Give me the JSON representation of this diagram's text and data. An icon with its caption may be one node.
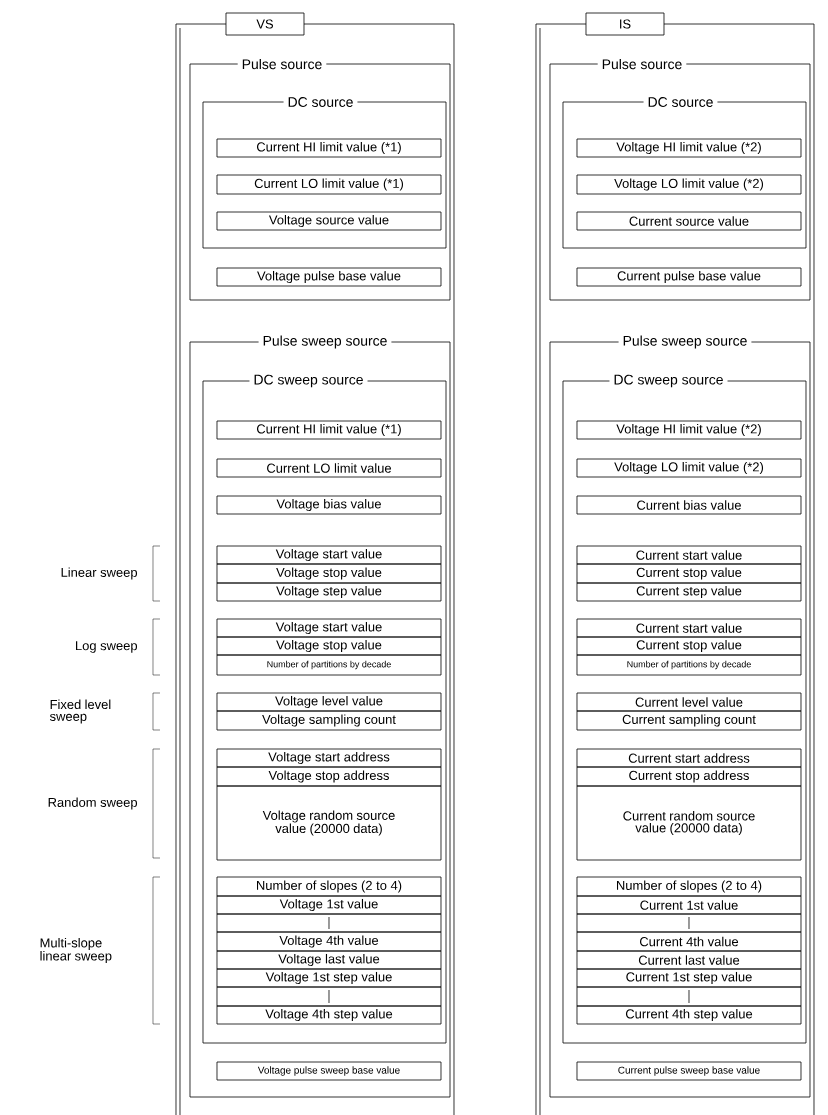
{
  "diagram": {
    "nodes": [
      {
        "text": [
          "VS"
        ]
      },
      {
        "text": [
          "Pulse source"
        ],
        "in": 0
      },
      {
        "text": [
          "DC source"
        ],
        "in": 1
      },
      {
        "text": [
          "Current HI limit value (*1)"
        ],
        "in": 2
      },
      {
        "text": [
          "Current LO limit value (*1)"
        ],
        "in": 2
      },
      {
        "text": [
          "Voltage source value"
        ],
        "in": 2
      },
      {
        "text": [
          "Voltage pulse base value"
        ],
        "in": 1
      },
      {
        "text": [
          "Pulse sweep source"
        ],
        "in": 0
      },
      {
        "text": [
          "DC sweep source"
        ],
        "in": 7
      },
      {
        "text": [
          "Current HI limit value (*1)"
        ],
        "in": 8
      },
      {
        "text": [
          "Current LO limit value"
        ],
        "in": 8
      },
      {
        "text": [
          "Voltage bias value"
        ],
        "in": 8
      },
      {
        "text": [
          "Voltage start value"
        ],
        "in": 8
      },
      {
        "text": [
          "Voltage stop value"
        ],
        "in": 8
      },
      {
        "text": [
          "Voltage step value"
        ],
        "in": 8
      },
      {
        "text": [
          "Voltage start value"
        ],
        "in": 8
      },
      {
        "text": [
          "Voltage stop value"
        ],
        "in": 8
      },
      {
        "text": [
          "Number of partitions by decade"
        ],
        "in": 8
      },
      {
        "text": [
          "Voltage level value"
        ],
        "in": 8
      },
      {
        "text": [
          "Voltage sampling count"
        ],
        "in": 8
      },
      {
        "text": [
          "Voltage start address"
        ],
        "in": 8
      },
      {
        "text": [
          "Voltage stop address"
        ],
        "in": 8
      },
      {
        "text": [
          "Voltage random source value (20000 data)"
        ],
        "in": 8
      },
      {
        "text": [
          "Number of slopes (2 to 4)"
        ],
        "in": 8
      },
      {
        "text": [
          "Voltage 1st value"
        ],
        "in": 8
      },
      {
        "text": [],
        "shape": "box",
        "in": 8
      },
      {
        "text": [
          "Voltage 4th value"
        ],
        "in": 8
      },
      {
        "text": [
          "Voltage last value"
        ],
        "in": 8
      },
      {
        "text": [
          "Voltage 1st step value"
        ],
        "in": 8
      },
      {
        "text": [],
        "shape": "box",
        "in": 8
      },
      {
        "text": [
          "Voltage 4th step value"
        ],
        "in": 8
      },
      {
        "text": [
          "Voltage pulse sweep base value"
        ],
        "in": 7
      },
      {
        "text": [
          "IS"
        ]
      },
      {
        "text": [
          "Pulse source"
        ],
        "in": 32
      },
      {
        "text": [
          "DC source"
        ],
        "in": 33
      },
      {
        "text": [
          "Voltage HI limit value (*2)"
        ],
        "in": 34
      },
      {
        "text": [
          "Voltage LO limit value (*2)"
        ],
        "in": 34
      },
      {
        "text": [
          "Current source value"
        ],
        "in": 34
      },
      {
        "text": [
          "Current pulse base value"
        ],
        "in": 33
      },
      {
        "text": [
          "Pulse sweep source"
        ],
        "in": 32
      },
      {
        "text": [
          "DC sweep source"
        ],
        "in": 39
      },
      {
        "text": [
          "Voltage HI limit value (*2)"
        ],
        "in": 40
      },
      {
        "text": [
          "Voltage LO limit value (*2)"
        ],
        "in": 40
      },
      {
        "text": [
          "Current bias value"
        ],
        "in": 40
      },
      {
        "text": [
          "Current start value"
        ],
        "in": 40
      },
      {
        "text": [
          "Current stop value"
        ],
        "in": 40
      },
      {
        "text": [
          "Current step value"
        ],
        "in": 40
      },
      {
        "text": [
          "Current start value"
        ],
        "in": 40
      },
      {
        "text": [
          "Current stop value"
        ],
        "in": 40
      },
      {
        "text": [
          "Number of partitions by decade"
        ],
        "in": 40
      },
      {
        "text": [
          "Current level value"
        ],
        "in": 40
      },
      {
        "text": [
          "Current sampling count"
        ],
        "in": 40
      },
      {
        "text": [
          "Current start address"
        ],
        "in": 40
      },
      {
        "text": [
          "Current stop address"
        ],
        "in": 40
      },
      {
        "text": [
          "Current random source value (20000 data)"
        ],
        "in": 40
      },
      {
        "text": [
          "Number of slopes (2 to 4)"
        ],
        "in": 40
      },
      {
        "text": [
          "Current 1st value"
        ],
        "in": 40
      },
      {
        "text": [],
        "shape": "box",
        "in": 40
      },
      {
        "text": [
          "Current 4th value"
        ],
        "in": 40
      },
      {
        "text": [
          "Current last value"
        ],
        "in": 40
      },
      {
        "text": [
          "Current 1st step value"
        ],
        "in": 40
      },
      {
        "text": [],
        "shape": "box",
        "in": 40
      },
      {
        "text": [
          "Current 4th step value"
        ],
        "in": 40
      },
      {
        "text": [
          "Current pulse sweep base value"
        ],
        "in": 39
      }
    ],
    "labels": [
      "Linear sweep",
      "Log sweep",
      "Fixed level sweep",
      "Random sweep",
      "Multi-slope linear sweep"
    ]
  }
}
